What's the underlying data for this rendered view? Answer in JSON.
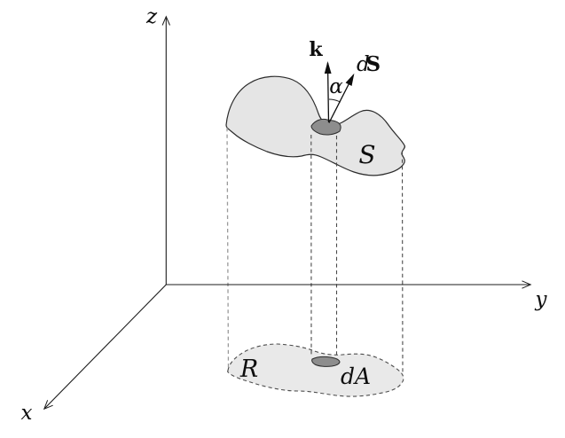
{
  "labels": {
    "z_axis": "z",
    "y_axis": "y",
    "x_axis": "x",
    "normal_vector": "k",
    "surface_element": {
      "d": "d",
      "S": "S"
    },
    "angle": "α",
    "surface": "S",
    "region": "R",
    "area_element": "dA"
  },
  "colors": {
    "background": "#ffffff",
    "surface_fill": "#e5e5e5",
    "region_fill": "#e9e9e9",
    "patch_fill": "#8d8d8d",
    "line": "#1c1c1c",
    "dashed_line": "#4a4a4a",
    "dashed_line_light": "#9a9a9a"
  }
}
